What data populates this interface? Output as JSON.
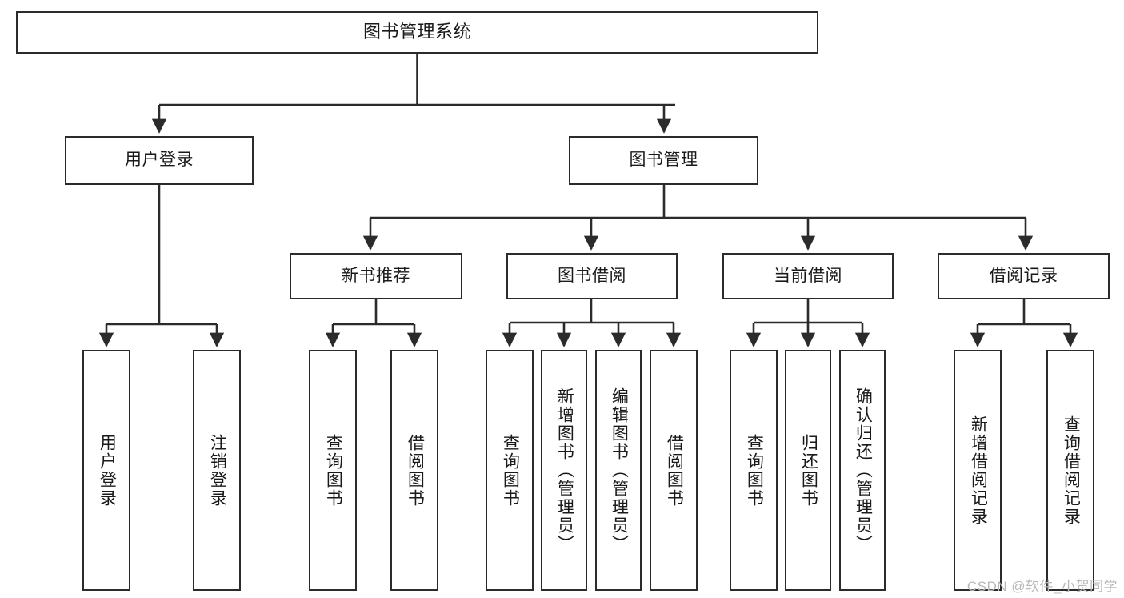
{
  "diagram": {
    "title": "图书管理系统",
    "watermark": "CSDN @软件_小贺同学",
    "colors": {
      "box_border": "#2b2b2b",
      "box_fill": "#ffffff",
      "connector": "#2b2b2b",
      "text": "#1a1a1a",
      "watermark": "#b9b9b9",
      "background": "#ffffff"
    },
    "levels": {
      "root": "图书管理系统",
      "level2": [
        "用户登录",
        "图书管理"
      ],
      "level3": [
        "新书推荐",
        "图书借阅",
        "当前借阅",
        "借阅记录"
      ]
    },
    "nodes": {
      "root": {
        "label": "图书管理系统"
      },
      "user_login": {
        "label": "用户登录"
      },
      "book_manage": {
        "label": "图书管理"
      },
      "new_book_rec": {
        "label": "新书推荐"
      },
      "book_borrow": {
        "label": "图书借阅"
      },
      "current_borrow": {
        "label": "当前借阅"
      },
      "borrow_record": {
        "label": "借阅记录"
      },
      "leaf_user_login": {
        "label": "用户登录"
      },
      "leaf_logout": {
        "label": "注销登录"
      },
      "leaf_query_book_1": {
        "label": "查询图书"
      },
      "leaf_borrow_book_1": {
        "label": "借阅图书"
      },
      "leaf_query_book_2": {
        "label": "查询图书"
      },
      "leaf_add_book": {
        "label": "新增图书（管理员）"
      },
      "leaf_edit_book": {
        "label": "编辑图书（管理员）"
      },
      "leaf_borrow_book_2": {
        "label": "借阅图书"
      },
      "leaf_query_book_3": {
        "label": "查询图书"
      },
      "leaf_return_book": {
        "label": "归还图书"
      },
      "leaf_confirm_return": {
        "label": "确认归还（管理员）"
      },
      "leaf_add_record": {
        "label": "新增借阅记录"
      },
      "leaf_query_record": {
        "label": "查询借阅记录"
      }
    },
    "tree": [
      {
        "label": "图书管理系统",
        "children": [
          {
            "label": "用户登录",
            "children": [
              {
                "label": "用户登录"
              },
              {
                "label": "注销登录"
              }
            ]
          },
          {
            "label": "图书管理",
            "children": [
              {
                "label": "新书推荐",
                "children": [
                  {
                    "label": "查询图书"
                  },
                  {
                    "label": "借阅图书"
                  }
                ]
              },
              {
                "label": "图书借阅",
                "children": [
                  {
                    "label": "查询图书"
                  },
                  {
                    "label": "新增图书（管理员）"
                  },
                  {
                    "label": "编辑图书（管理员）"
                  },
                  {
                    "label": "借阅图书"
                  }
                ]
              },
              {
                "label": "当前借阅",
                "children": [
                  {
                    "label": "查询图书"
                  },
                  {
                    "label": "归还图书"
                  },
                  {
                    "label": "确认归还（管理员）"
                  }
                ]
              },
              {
                "label": "借阅记录",
                "children": [
                  {
                    "label": "新增借阅记录"
                  },
                  {
                    "label": "查询借阅记录"
                  }
                ]
              }
            ]
          }
        ]
      }
    ]
  }
}
